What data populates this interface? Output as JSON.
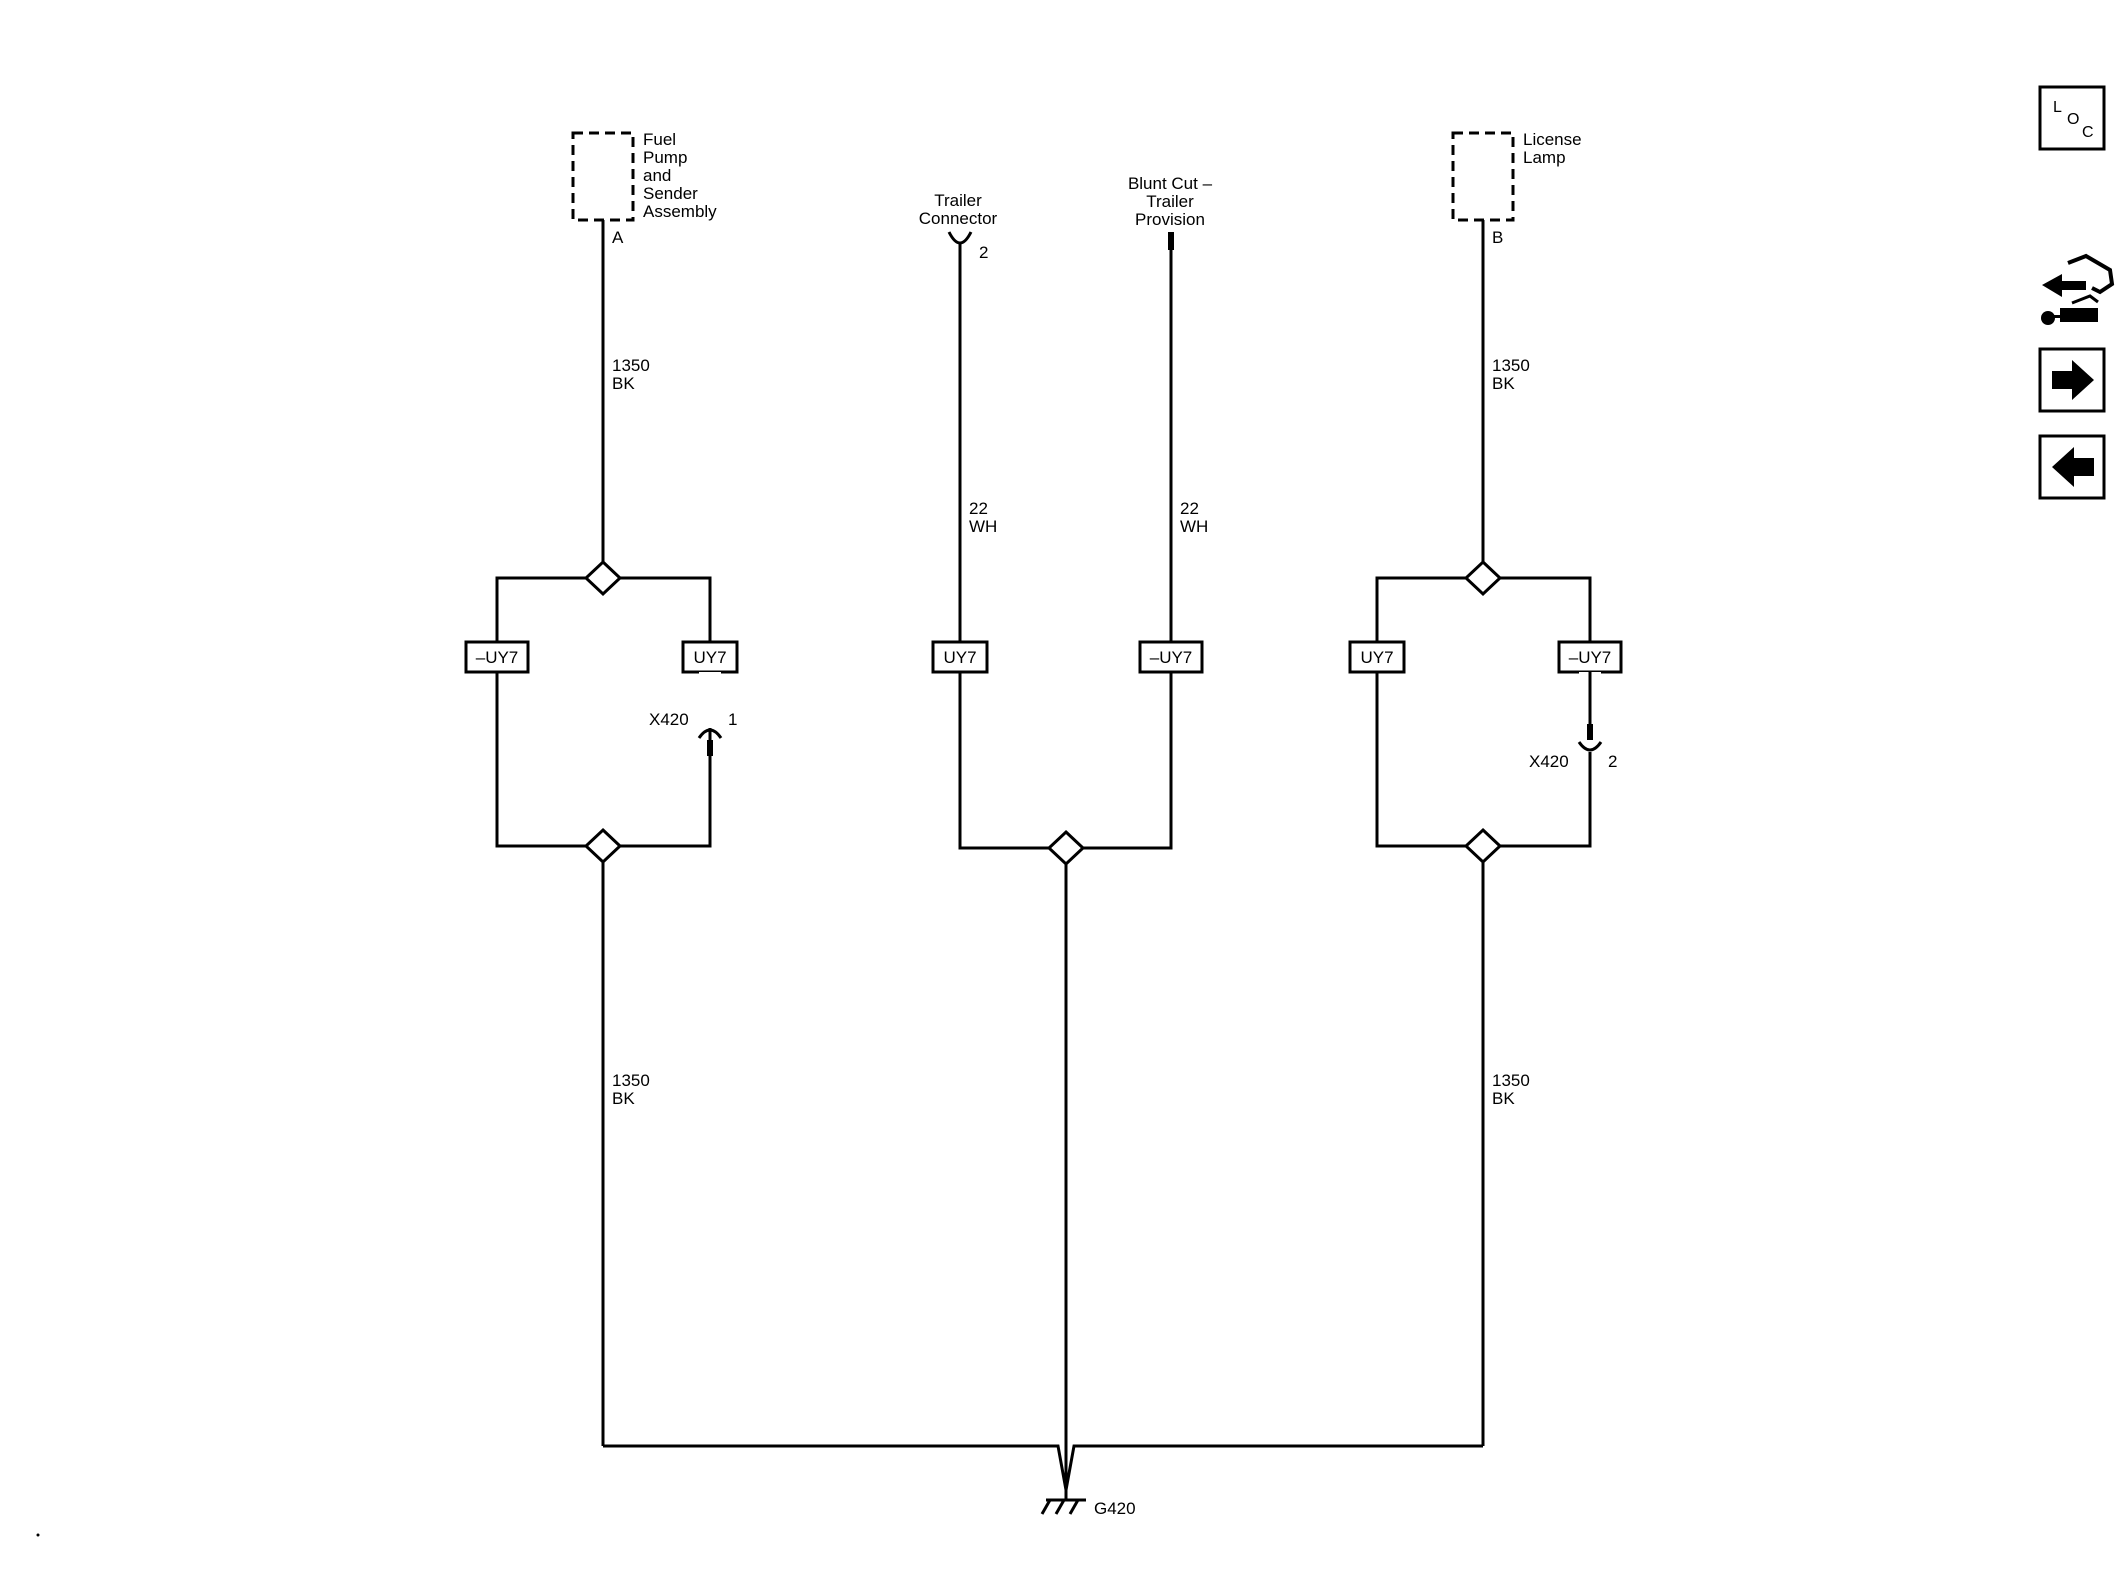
{
  "components": {
    "fuel_pump": {
      "label_lines": [
        "Fuel",
        "Pump",
        "and",
        "Sender",
        "Assembly"
      ],
      "pin": "A"
    },
    "trailer_connector": {
      "label_lines": [
        "Trailer",
        "Connector"
      ],
      "pin": "2"
    },
    "blunt_cut": {
      "label_lines": [
        "Blunt Cut –",
        "Trailer",
        "Provision"
      ]
    },
    "license_lamp": {
      "label_lines": [
        "License",
        "Lamp"
      ],
      "pin": "B"
    }
  },
  "wires": {
    "left_top": [
      "1350",
      "BK"
    ],
    "left_bottom": [
      "1350",
      "BK"
    ],
    "mid_left": [
      "22",
      "WH"
    ],
    "mid_right": [
      "22",
      "WH"
    ],
    "right_top": [
      "1350",
      "BK"
    ],
    "right_bottom": [
      "1350",
      "BK"
    ]
  },
  "options": {
    "left_a": "–UY7",
    "left_b": "UY7",
    "mid_a": "UY7",
    "mid_b": "–UY7",
    "right_a": "UY7",
    "right_b": "–UY7"
  },
  "inline_connectors": {
    "left": {
      "name": "X420",
      "pin": "1"
    },
    "right": {
      "name": "X420",
      "pin": "2"
    }
  },
  "ground": {
    "name": "G420"
  },
  "nav": {
    "loc_label": [
      "L",
      "O",
      "C"
    ],
    "icons": [
      "loc-icon",
      "connector-swap-icon",
      "arrow-right-icon",
      "arrow-left-icon"
    ]
  }
}
